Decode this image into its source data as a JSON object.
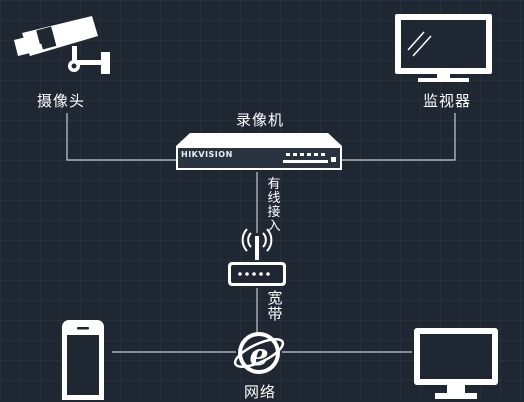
{
  "labels": {
    "camera": "摄像头",
    "monitor": "监视器",
    "nvr": "录像机",
    "wired": [
      "有",
      "线",
      "接",
      "入"
    ],
    "broadband": [
      "宽",
      "带"
    ],
    "network": "网络"
  },
  "nvr_brand": "HIKVISION",
  "colors": {
    "background": "#1f2733",
    "line": "#c8cdd4",
    "device": "#ffffff",
    "device_dark": "#1f2733"
  },
  "icons": [
    "camera-icon",
    "monitor-icon",
    "nvr-icon",
    "wifi-router-icon",
    "ie-icon",
    "phone-icon",
    "desktop-icon"
  ]
}
